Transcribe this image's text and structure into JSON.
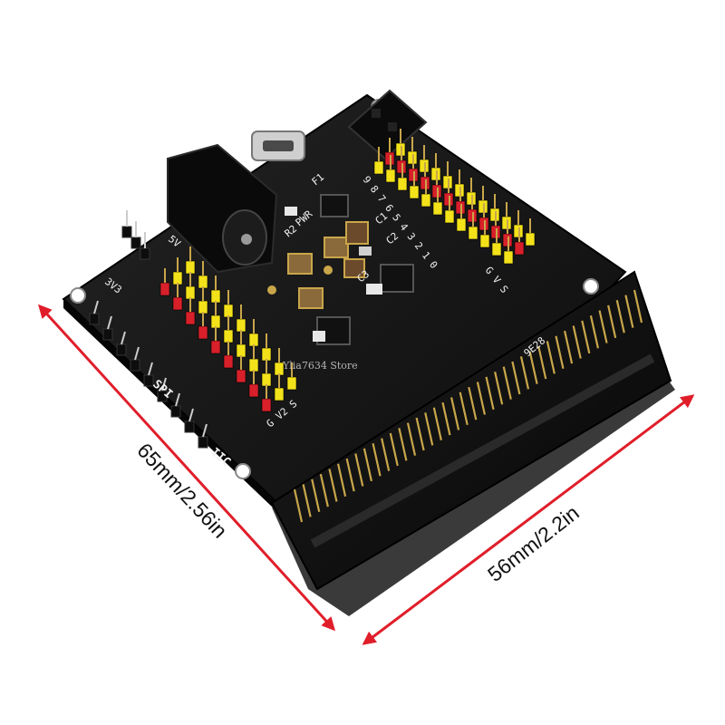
{
  "product": {
    "dimensions": {
      "width_label": "56mm/2.2in",
      "height_label": "65mm/2.56in"
    },
    "watermark": "Ylia7634 Store",
    "silkscreen": {
      "right_header_digits": "9 8 7 6 5 4 3 2 1 0",
      "right_header_pins": "G V S",
      "left_header_pins": "G V2 S",
      "label_3v3": "3V3",
      "label_5v": "5V",
      "label_spi": "SPI",
      "label_iic": "IIC",
      "label_pwr": "PWR",
      "label_r2": "R2",
      "label_c1": "C1",
      "label_c2": "C2",
      "label_c3": "C3",
      "label_f1": "F1",
      "connector_mark": "9E28"
    },
    "colors": {
      "board": "#141414",
      "pin_yellow": "#f3e21a",
      "pin_red": "#d8202a",
      "gold": "#c9a64a",
      "arrow": "#e01e2a"
    }
  }
}
